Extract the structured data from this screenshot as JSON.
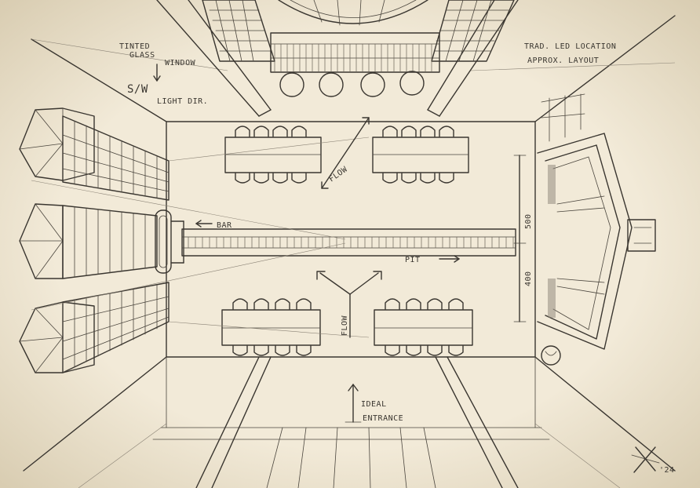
{
  "annotations": {
    "glass": [
      "TINTED",
      "GLASS",
      "WINDOW"
    ],
    "light": [
      "S/W",
      "LIGHT DIR."
    ],
    "led": [
      "TRAD. LED LOCATION",
      "APPROX. LAYOUT"
    ],
    "bar": "BAR",
    "pit": "PIT",
    "flow_top": "FLOW",
    "flow_bottom": "FLOW",
    "dim_top": "500",
    "dim_bottom": "400",
    "entrance": [
      "IDEAL",
      "ENTRANCE"
    ],
    "signature": "'24"
  },
  "colors": {
    "paper": "#efe6d2",
    "ink": "#3a3630"
  }
}
